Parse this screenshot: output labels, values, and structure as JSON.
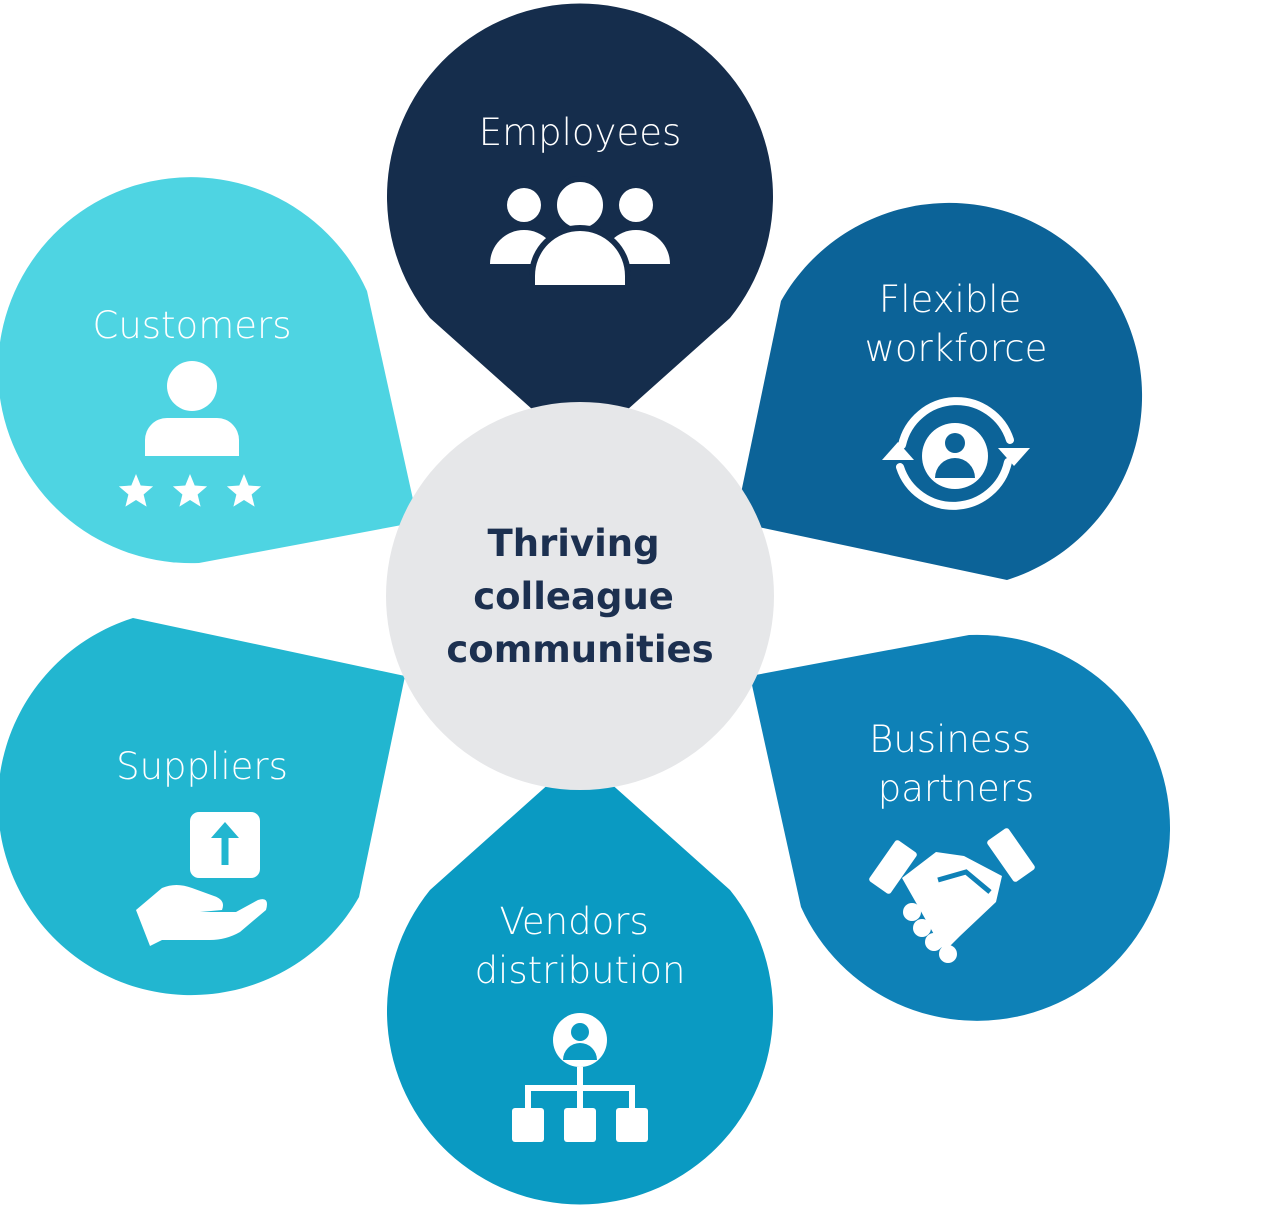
{
  "center": {
    "lines": [
      "Thriving",
      "colleague",
      "communities"
    ],
    "color": "#e6e7e9",
    "text_color": "#1c3050"
  },
  "petals": [
    {
      "id": "employees",
      "lines": [
        "Employees"
      ],
      "color": "#152d4c",
      "icon": "people-group-icon"
    },
    {
      "id": "flexible-workforce",
      "lines": [
        "Flexible",
        "workforce"
      ],
      "color": "#0c6398",
      "icon": "person-rotate-icon"
    },
    {
      "id": "business-partners",
      "lines": [
        "Business",
        "partners"
      ],
      "color": "#0e81b7",
      "icon": "handshake-icon"
    },
    {
      "id": "vendors-distribution",
      "lines": [
        "Vendors",
        "distribution"
      ],
      "color": "#0a9ac2",
      "icon": "org-hierarchy-icon"
    },
    {
      "id": "suppliers",
      "lines": [
        "Suppliers"
      ],
      "color": "#22b6d0",
      "icon": "hand-box-icon"
    },
    {
      "id": "customers",
      "lines": [
        "Customers"
      ],
      "color": "#4ed4e2",
      "icon": "customer-rating-icon"
    }
  ]
}
